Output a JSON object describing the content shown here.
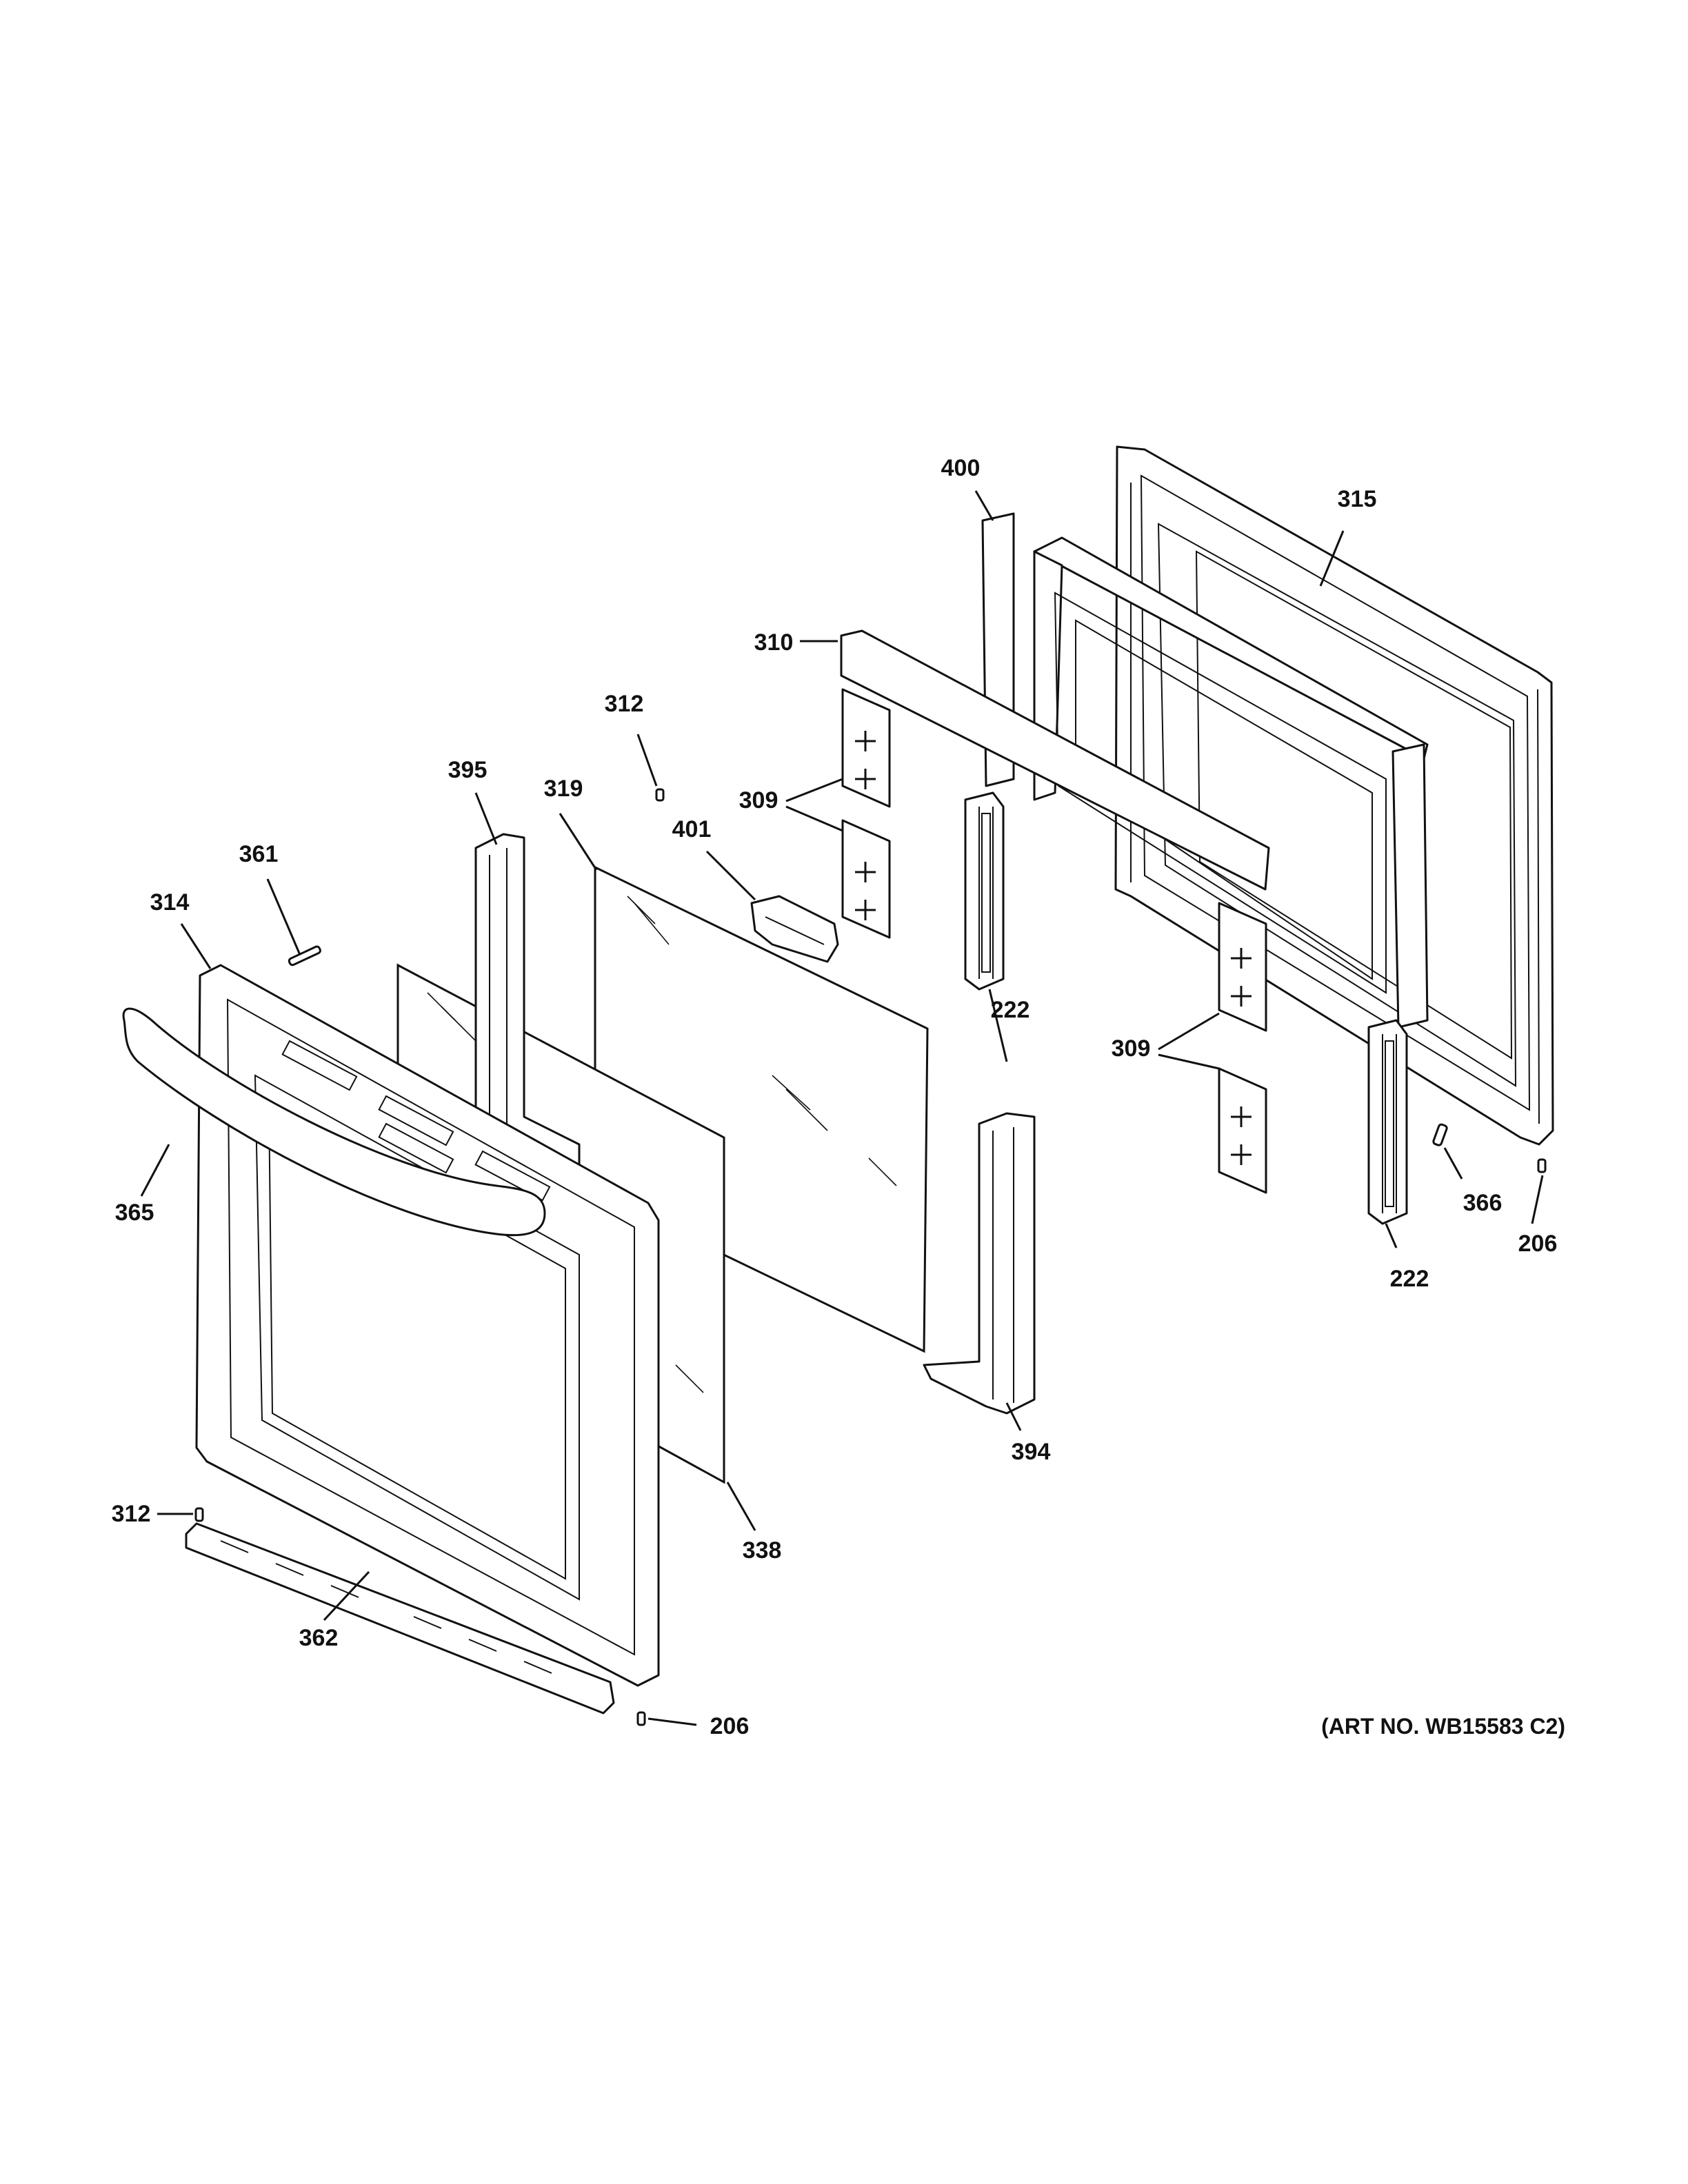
{
  "callouts": {
    "c400": "400",
    "c315": "315",
    "c310": "310",
    "c312_top": "312",
    "c309_top": "309",
    "c395": "395",
    "c319": "319",
    "c401": "401",
    "c361": "361",
    "c314": "314",
    "c222_left": "222",
    "c309_right": "309",
    "c365": "365",
    "c366": "366",
    "c206_right": "206",
    "c222_right": "222",
    "c394": "394",
    "c312_bottom": "312",
    "c338": "338",
    "c362": "362",
    "c206_bottom": "206"
  },
  "art_number": "(ART NO. WB15583 C2)"
}
